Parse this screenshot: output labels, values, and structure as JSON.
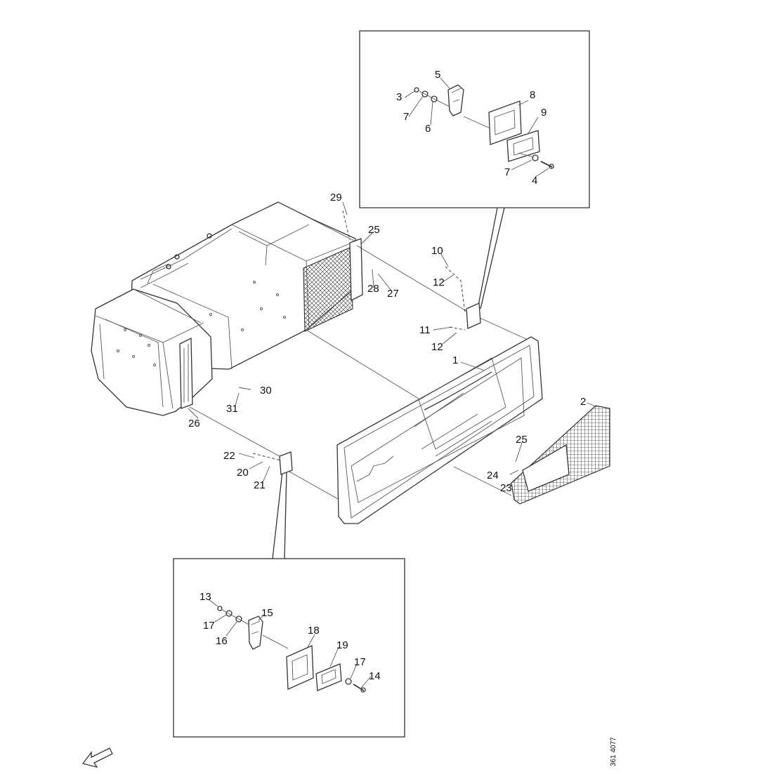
{
  "drawing_code": "361 4077",
  "inset_top_callouts": [
    "5",
    "3",
    "7",
    "6",
    "8",
    "9",
    "7",
    "4"
  ],
  "inset_bottom_callouts": [
    "13",
    "17",
    "16",
    "15",
    "18",
    "19",
    "17",
    "14"
  ],
  "main_callouts": [
    "29",
    "25",
    "28",
    "27",
    "10",
    "12",
    "11",
    "12",
    "1",
    "2",
    "25",
    "24",
    "23",
    "30",
    "31",
    "26",
    "22",
    "20",
    "21"
  ]
}
